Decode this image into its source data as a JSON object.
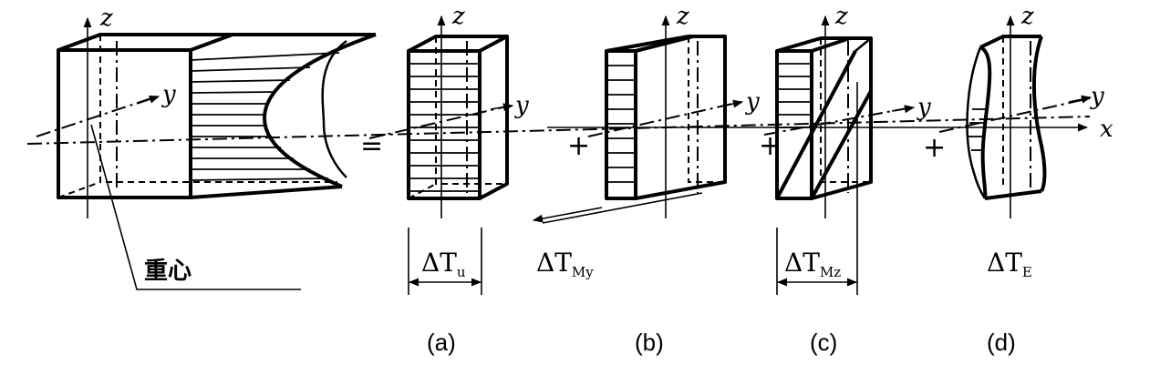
{
  "axes": {
    "x": "x",
    "y": "y",
    "z": "z"
  },
  "operators": {
    "equals": "=",
    "plus": "+"
  },
  "centroid_label": "重心",
  "panels": [
    {
      "caption": "(a)",
      "delta": "ΔT",
      "sub": "u"
    },
    {
      "caption": "(b)",
      "delta": "ΔT",
      "sub": "My"
    },
    {
      "caption": "(c)",
      "delta": "ΔT",
      "sub": "Mz"
    },
    {
      "caption": "(d)",
      "delta": "ΔT",
      "sub": "E"
    }
  ]
}
